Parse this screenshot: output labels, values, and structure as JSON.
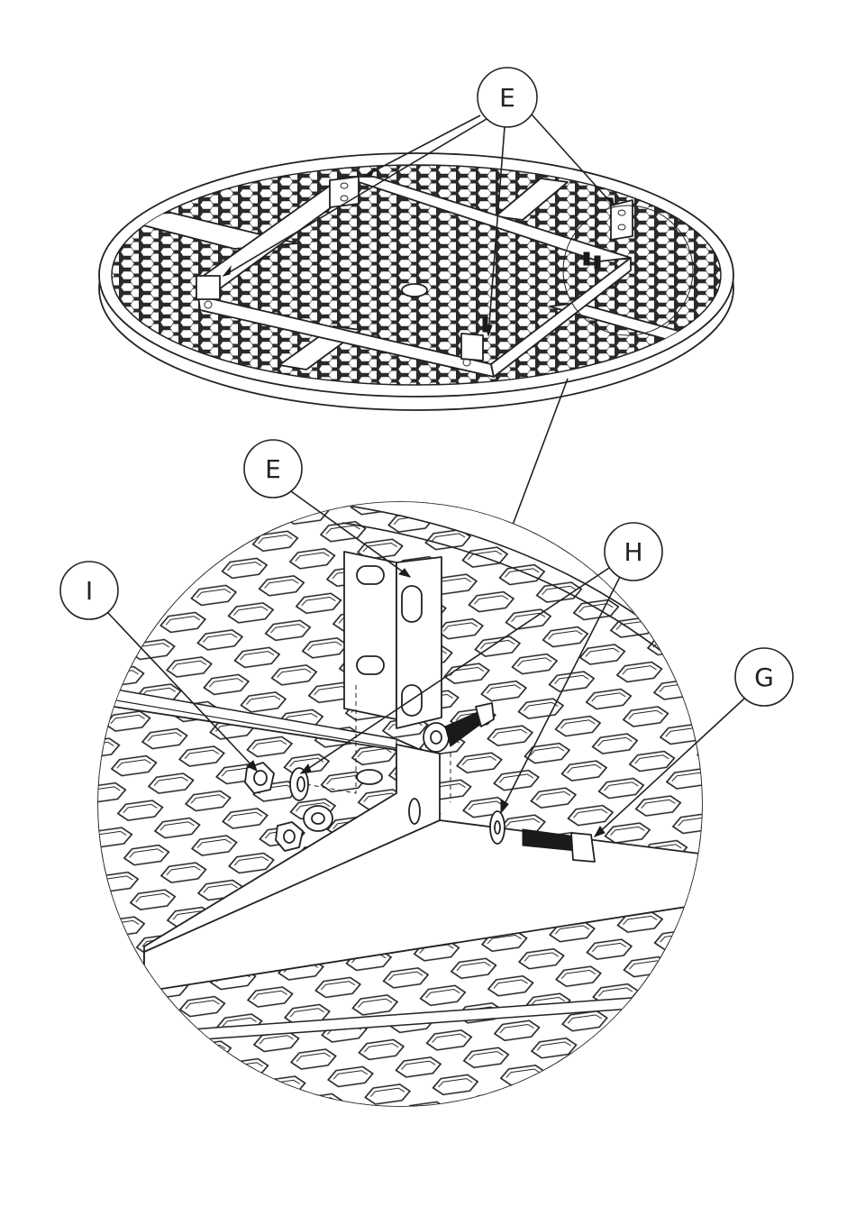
{
  "callouts": {
    "top_e": "E",
    "detail_e": "E",
    "detail_h": "H",
    "detail_i": "I",
    "detail_g": "G"
  },
  "colors": {
    "line": "#222222",
    "background": "#ffffff"
  }
}
